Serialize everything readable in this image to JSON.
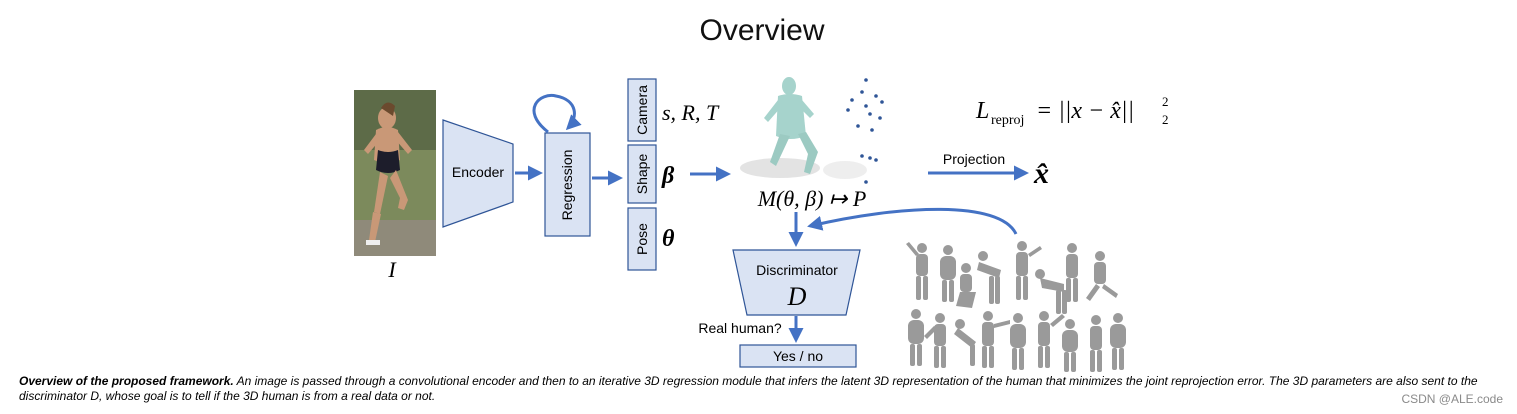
{
  "title": "Overview",
  "input": {
    "symbol": "I"
  },
  "encoder": {
    "label": "Encoder"
  },
  "regression": {
    "label": "Regression"
  },
  "params": {
    "camera": {
      "label": "Camera",
      "symbol": "s, R, T"
    },
    "shape": {
      "label": "Shape",
      "symbol": "β"
    },
    "pose": {
      "label": "Pose",
      "symbol": "θ"
    }
  },
  "model": {
    "formula": "M(θ, β) ↦ P"
  },
  "projection": {
    "label": "Projection",
    "symbol": "x̂"
  },
  "loss": {
    "formula_main": "L",
    "formula_sub": "reproj",
    "formula_rest": " = ||x − x̂||",
    "sup": "2",
    "sub2": "2"
  },
  "discriminator": {
    "label": "Discriminator",
    "symbol": "D"
  },
  "decision": {
    "question": "Real human?",
    "answer": "Yes / no"
  },
  "caption": {
    "bold": "Overview of the proposed framework.",
    "text": " An image is passed through a convolutional encoder and then to an iterative 3D regression module that infers the latent 3D representation of the human that minimizes the joint reprojection error. The 3D parameters are also sent to the discriminator D, whose goal is to tell if the 3D human is from a real data or not."
  },
  "watermark": "CSDN @ALE.code",
  "colors": {
    "box_fill": "#dae3f3",
    "box_stroke": "#2f5597",
    "arrow": "#4472c4"
  }
}
